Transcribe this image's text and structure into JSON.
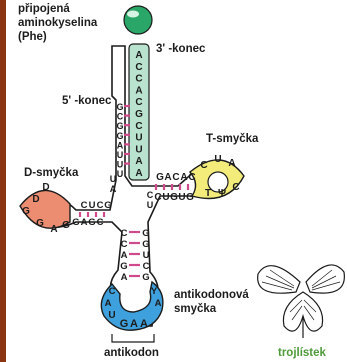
{
  "colors": {
    "background": "#8c3513",
    "panel": "#ffffff",
    "acceptor_stem": "#b9e3cf",
    "amino_acid_ball": "#2aa768",
    "d_loop": "#ec8c70",
    "t_loop": "#f3ec7a",
    "anticodon_loop": "#3ea0dc",
    "base_pair": "#cf4a8a",
    "trefoil_label": "#4e9a3a"
  },
  "labels": {
    "amino_acid_line1": "připojená",
    "amino_acid_line2": "aminokyselina",
    "amino_acid_line3": "(Phe)",
    "three_prime": "3' -konec",
    "five_prime": "5' -konec",
    "d_loop": "D-smyčka",
    "t_loop": "T-smyčka",
    "anticodon_loop_line1": "antikodonová",
    "anticodon_loop_line2": "smyčka",
    "anticodon": "antikodon",
    "trefoil": "trojlístek"
  },
  "sequences": {
    "acceptor_3prime": [
      "A",
      "C",
      "C",
      "A",
      "C",
      "G",
      "C",
      "U",
      "U",
      "A",
      "A"
    ],
    "acceptor_5prime": [
      "G",
      "C",
      "G",
      "G",
      "A",
      "U",
      "U",
      "U"
    ],
    "d_arm_left": [
      "U",
      "A"
    ],
    "d_loop_bases": [
      "D",
      "G",
      "G",
      "A",
      "G",
      "D"
    ],
    "d_stem_top": [
      "C",
      "U",
      "C",
      "G"
    ],
    "d_stem_bottom": [
      "G",
      "A",
      "G",
      "C"
    ],
    "t_stem_top": [
      "G",
      "A",
      "C",
      "A",
      "C"
    ],
    "t_stem_bottom": [
      "C",
      "U",
      "G",
      "U",
      "G"
    ],
    "t_loop_bases": [
      "C",
      "U",
      "A",
      "T",
      "Ψ",
      "C"
    ],
    "t_extra": [
      "C",
      "U"
    ],
    "anticodon_stem_left": [
      "C",
      "C",
      "A",
      "G",
      "A"
    ],
    "anticodon_stem_right": [
      "G",
      "G",
      "U",
      "C",
      "G"
    ],
    "anticodon_loop_extra": [
      "C",
      "A",
      "Y",
      "A"
    ],
    "anticodon_bases": [
      "G",
      "A",
      "A"
    ],
    "anticodon_loop_u": "U"
  }
}
